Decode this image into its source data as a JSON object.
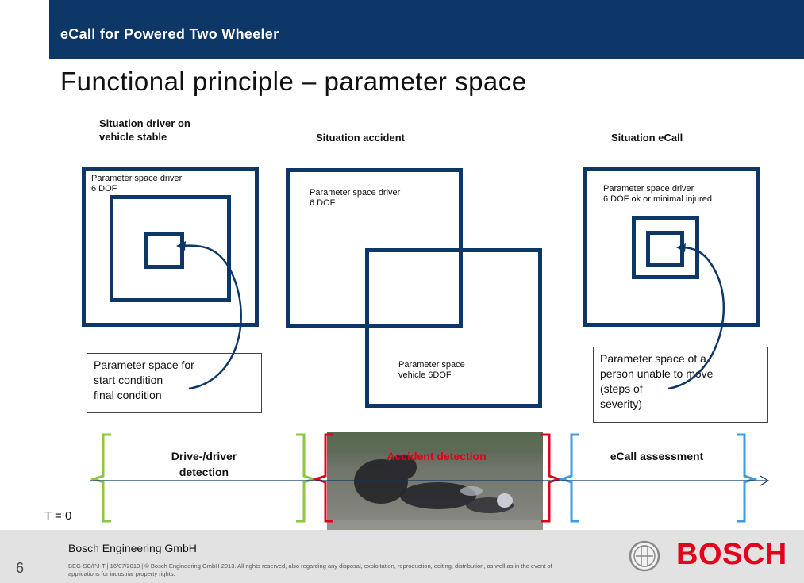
{
  "header": {
    "title": "eCall for Powered Two Wheeler",
    "color": "#0c3767"
  },
  "slide_title": "Functional principle – parameter space",
  "columns": {
    "left": {
      "heading_line1": "Situation driver on",
      "heading_line2": "vehicle stable",
      "param_line1": "Parameter space driver",
      "param_line2": "6 DOF"
    },
    "middle": {
      "heading": "Situation accident",
      "driver_line1": "Parameter space driver",
      "driver_line2": "6 DOF",
      "vehicle_line1": "Parameter space",
      "vehicle_line2": "vehicle 6DOF"
    },
    "right": {
      "heading": "Situation eCall",
      "param_line1": "Parameter space driver",
      "param_line2": "6 DOF ok or minimal injured"
    }
  },
  "callouts": {
    "left": {
      "line1": "Parameter space for",
      "line2": "start condition",
      "line3": "final condition"
    },
    "right": {
      "line1": "Parameter space of a",
      "line2": "person unable to move",
      "line3": "(steps of",
      "line4": "severity)"
    }
  },
  "timeline": {
    "phase1_line1": "Drive-/driver",
    "phase1_line2": "detection",
    "phase2": "Accident detection",
    "phase3": "eCall assessment",
    "t0": "T = 0",
    "colors": {
      "phase1": "#8dc63f",
      "phase2": "#e2001a",
      "phase3": "#3b9be6",
      "axis": "#0c3767"
    }
  },
  "footer": {
    "company": "Bosch Engineering GmbH",
    "copyright": "BEG-SC/PJ-T | 16/07/2013 | © Bosch Engineering GmbH 2013. All rights reserved, also regarding any disposal, exploitation, reproduction, editing, distribution, as well as in the event of applications for industrial property rights.",
    "page_number": "6",
    "brand": "BOSCH",
    "brand_color": "#e2001a"
  }
}
